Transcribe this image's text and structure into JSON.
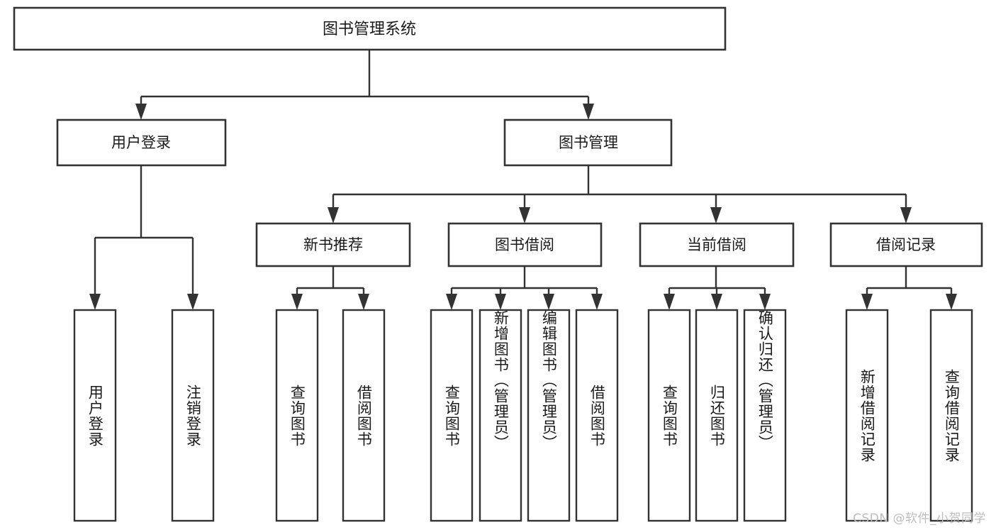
{
  "diagram": {
    "type": "tree",
    "title": "图书管理系统",
    "watermark": "CSDN @软件_小贺同学",
    "colors": {
      "box_stroke": "#333333",
      "box_fill": "#ffffff",
      "text": "#1a1a1a",
      "watermark": "#bdbdbd",
      "background": "#ffffff"
    },
    "levels": {
      "root": {
        "label": "图书管理系统"
      },
      "level2": [
        {
          "id": "n-user-login",
          "label": "用户登录"
        },
        {
          "id": "n-book-manage",
          "label": "图书管理"
        }
      ],
      "level3": [
        {
          "id": "n-new-book-rec",
          "label": "新书推荐"
        },
        {
          "id": "n-book-borrow",
          "label": "图书借阅"
        },
        {
          "id": "n-current-borrow",
          "label": "当前借阅"
        },
        {
          "id": "n-borrow-record",
          "label": "借阅记录"
        }
      ],
      "leaves": [
        {
          "id": "l-user-login",
          "label": "用户登录",
          "parent": "n-user-login"
        },
        {
          "id": "l-logout",
          "label": "注销登录",
          "parent": "n-user-login"
        },
        {
          "id": "l-query-book-1",
          "label": "查询图书",
          "parent": "n-new-book-rec"
        },
        {
          "id": "l-borrow-book-1",
          "label": "借阅图书",
          "parent": "n-new-book-rec"
        },
        {
          "id": "l-query-book-2",
          "label": "查询图书",
          "parent": "n-book-borrow"
        },
        {
          "id": "l-add-book",
          "label": "新增图书（管理员）",
          "parent": "n-book-borrow"
        },
        {
          "id": "l-edit-book",
          "label": "编辑图书（管理员）",
          "parent": "n-book-borrow"
        },
        {
          "id": "l-borrow-book-2",
          "label": "借阅图书",
          "parent": "n-book-borrow"
        },
        {
          "id": "l-query-book-3",
          "label": "查询图书",
          "parent": "n-current-borrow"
        },
        {
          "id": "l-return-book",
          "label": "归还图书",
          "parent": "n-current-borrow"
        },
        {
          "id": "l-confirm-return",
          "label": "确认归还（管理员）",
          "parent": "n-current-borrow"
        },
        {
          "id": "l-add-record",
          "label": "新增借阅记录",
          "parent": "n-borrow-record"
        },
        {
          "id": "l-query-record",
          "label": "查询借阅记录",
          "parent": "n-borrow-record"
        }
      ]
    }
  }
}
